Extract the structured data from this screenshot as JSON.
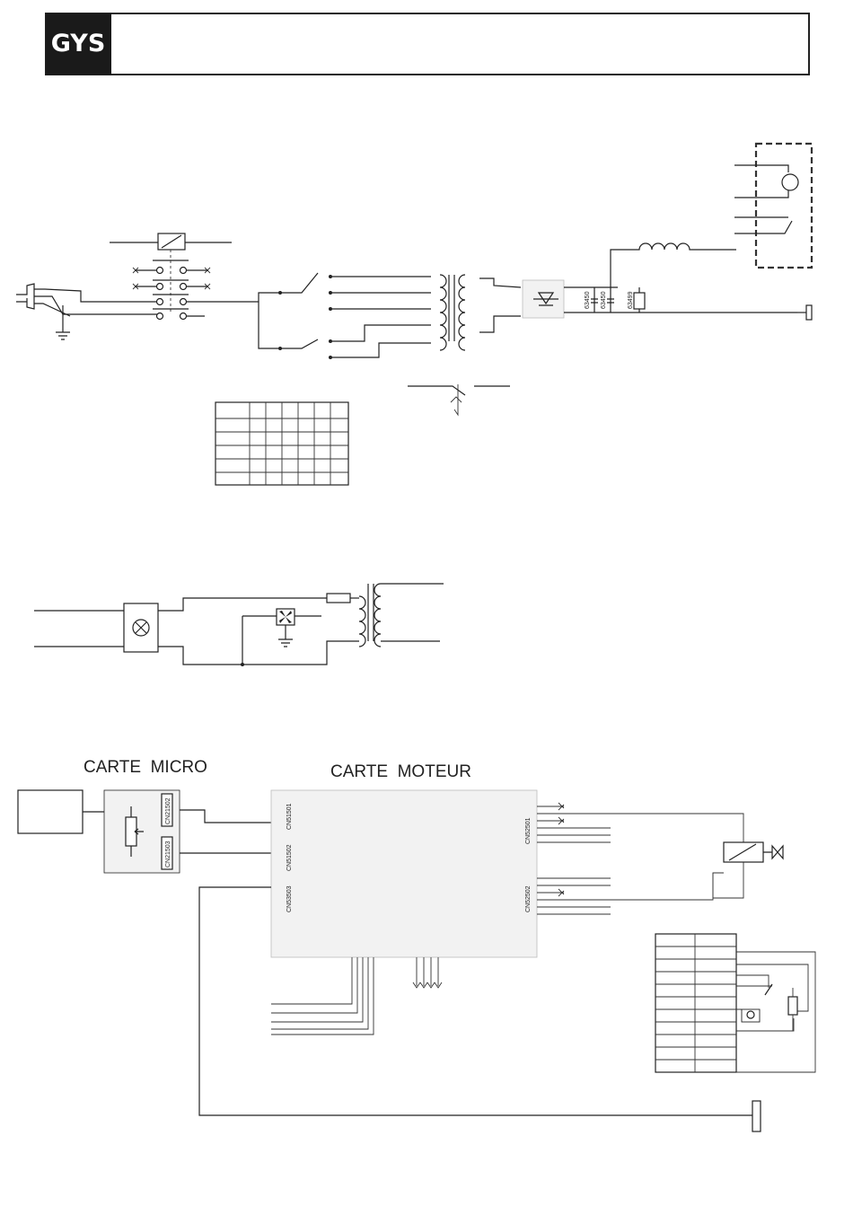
{
  "header": {
    "logo_text": "GYS"
  },
  "labels": {
    "carte_micro": "CARTE  MICRO",
    "carte_moteur": "CARTE  MOTEUR",
    "cn21502": "CN21502",
    "cn21503": "CN21503",
    "cn51501": "CN51501",
    "cn51502": "CN51502",
    "cn53503": "CN53503",
    "cn52501": "CN52501",
    "cn52502": "CN52502",
    "cap1": "63450",
    "cap2": "63450",
    "res": "63499"
  },
  "colors": {
    "line": "#222222",
    "logo_bg": "#1a1a1a",
    "dashed_box": "#333333",
    "board_fill": "#f2f2f2"
  },
  "icons": [
    "plug-icon",
    "ground-icon",
    "contactor-coil-icon",
    "rectifier-bridge-icon",
    "inductor-icon",
    "motor-icon",
    "torch-connector-icon",
    "thermal-switch-icon",
    "lamp-switch-icon",
    "fan-icon",
    "fuse-icon",
    "potentiometer-icon",
    "solenoid-valve-icon"
  ]
}
